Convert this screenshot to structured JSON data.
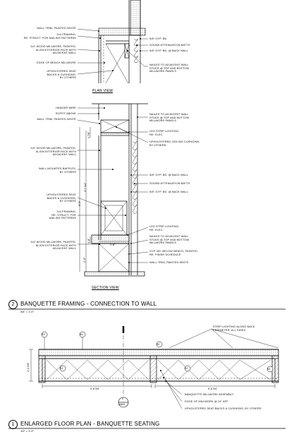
{
  "plan_view": {
    "title": "PLAN VIEW",
    "left_notes": [
      "WALL TRIM, PAINTED WHITE",
      "2x4 FRAMING,\nRE: STRUCT. FOR NAILING PATTERNS",
      "3/4\" WOOD MILLWORK, PAINTED,\nALIGN EXTERIOR FACE WITH\nADJACENT WALL",
      "EDGE OF BENCH MILLWORK",
      "UPHOLSTERED SEAT\nBACKS & CUSHIONS,\nBY OTHERS"
    ],
    "right_notes": [
      "5/8\" GYP. BD.",
      "SOUND ATTENUATION BATTS",
      "5/8\" GYP. BD. @ BACK WALL",
      "NAILED TO ADJACENT WALL\nSTUDS @ TOP AND BOTTOM\nMILLWORK PANELS"
    ]
  },
  "section_view": {
    "title": "SECTION VIEW",
    "left_notes": [
      "HANGER WIRE",
      "SOFFIT ABOVE",
      "WALL TRIM, PAINTED WHITE",
      "3/4\" WOOD MILLWORK, PAINTED,\nALIGN EXTERIOR FACE WITH\nADJACENT WALL",
      "WALL-MOUNTED BAFFLES,\nBY OTHERS",
      "UPHOLSTERED SEAT\nBACKS & CUSHIONS,\nBY OTHERS",
      "2x4 FRAMING,\nRE: STRUCT. FOR\nNAILING PATTERNS",
      "3/4\" WOOD MILLWORK, PAINTED,\nALIGN EXTERIOR FACE WITH\nADJACENT WALL"
    ],
    "right_notes": [
      "NAILED TO ADJACENT WALL\nSTUDS @ TOP AND BOTTOM\nMILLWORK PANELS",
      "LED STRIP LIGHTING,\nRE: ELEC.",
      "UPHOLSTERED CEILING CUSHIONS,\nBY OTHERS",
      "5/8\" GYP. BD. @ BACK WALL",
      "SOUND ATTENUATION BATTS",
      "5/8\" GYP. BD. @ BACK WALL",
      "LED STRIP LIGHTING,\nRE: ELEC.",
      "NAILED TO ADJACENT WALL\nSTUDS @ TOP AND BOTTOM\nMILLWORK PANELS",
      "GYP. BD. BELOW BENCH, PAINTED,\nRE: FINISH SCHEDULE",
      "WALL TRIM, PAINTED WHITE"
    ],
    "dims": {
      "top": "4 7/8\"",
      "overall": "5'-0\"",
      "middle": "3'-7 3/4\"",
      "seat": "1'-8\"",
      "lower": "1'-8\"",
      "base": "2'-0\""
    }
  },
  "detail2": {
    "number": "2",
    "title": "BANQUETTE FRAMING - CONNECTION TO WALL",
    "scale": "3/4\" = 1'-0\""
  },
  "floor_plan": {
    "tags": {
      "s3": "S3",
      "s4": "S4",
      "s2_top": "S2",
      "s2_mid": "S2",
      "s2_right": "S2",
      "s2_left": "S2"
    },
    "notes": [
      "STRIP LIGHTING ALONG BACK\nPERIMETER, ALL SIDES",
      "BANQUETTE MILLWORK ASSEMBLY",
      "EDGE OF MILLWORK @ 24\" AFF",
      "UPHOLSTERED SEAT BACKS & CUSHIONS, BY OTHERS"
    ],
    "dims": {
      "depth": "2'-2 1/8\"",
      "left_span": "9'-8 3/4\"",
      "right_span": "9'-8 3/4\""
    },
    "section_ref": {
      "number": "2",
      "sheet": "A402"
    }
  },
  "detail1": {
    "number": "1",
    "title": "ENLARGED FLOOR PLAN - BANQUETTE SEATING",
    "scale": "1/2\" = 1'-0\""
  }
}
